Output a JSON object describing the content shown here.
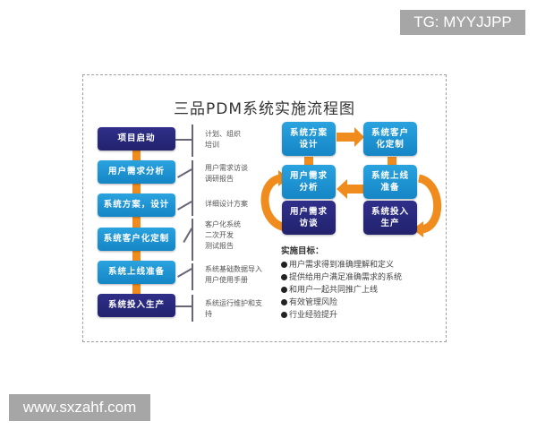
{
  "watermarks": {
    "top": "TG: MYYJJPP",
    "bottom": "www.sxzahf.com"
  },
  "diagram": {
    "title": "三品PDM系统实施流程图",
    "colors": {
      "dark_box": "#26267a",
      "blue_box": "#1c93d2",
      "arrow": "#f08c1e",
      "frame_border": "#a0a0a0"
    },
    "steps": [
      {
        "label": "项目启动",
        "style": "dark",
        "notes": [
          "计划、组织",
          "培训"
        ]
      },
      {
        "label": "用户需求分析",
        "style": "blue",
        "notes": [
          "用户需求访谈",
          "调研报告"
        ]
      },
      {
        "label": "系统方案，设计",
        "style": "blue",
        "notes": [
          "详细设计方案"
        ]
      },
      {
        "label": "系统客户化定制",
        "style": "blue",
        "notes": [
          "客户化系统",
          "二次开发",
          "测试报告"
        ]
      },
      {
        "label": "系统上线准备",
        "style": "blue",
        "notes": [
          "系统基础数据导入",
          "用户使用手册"
        ]
      },
      {
        "label": "系统投入生产",
        "style": "dark",
        "notes": [
          "系统运行维护和支",
          "持"
        ]
      }
    ],
    "cycle": [
      {
        "id": "design",
        "line1": "系统方案",
        "line2": "设计",
        "style": "blue"
      },
      {
        "id": "customize",
        "line1": "系统客户",
        "line2": "化定制",
        "style": "blue"
      },
      {
        "id": "analysis",
        "line1": "用户需求",
        "line2": "分析",
        "style": "blue"
      },
      {
        "id": "launch-prep",
        "line1": "系统上线",
        "line2": "准备",
        "style": "blue"
      },
      {
        "id": "interview",
        "line1": "用户需求",
        "line2": "访谈",
        "style": "dark"
      },
      {
        "id": "production",
        "line1": "系统投入",
        "line2": "生产",
        "style": "dark"
      }
    ],
    "goals": {
      "title": "实施目标：",
      "items": [
        "用户需求得到准确理解和定义",
        "提供给用户满足准确需求的系统",
        "和用户一起共同推广上线",
        "有效管理风险",
        "行业经验提升"
      ]
    }
  }
}
